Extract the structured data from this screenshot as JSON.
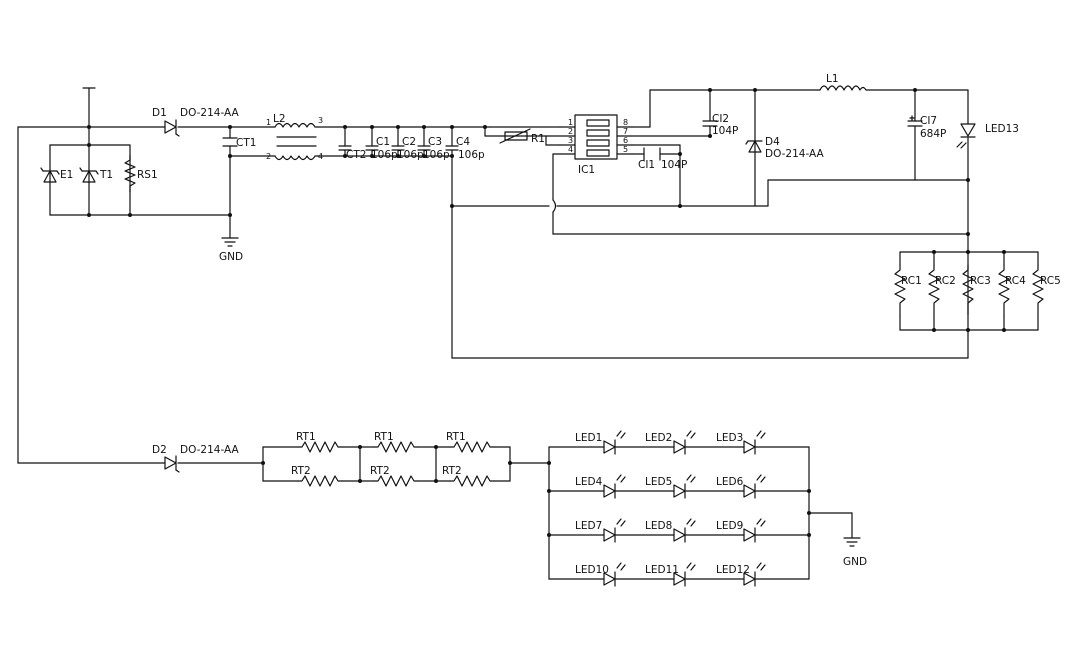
{
  "labels": {
    "d1": "D1",
    "d1_pkg": "DO-214-AA",
    "d2": "D2",
    "d2_pkg": "DO-214-AA",
    "d4": "D4",
    "d4_pkg": "DO-214-AA",
    "e1": "E1",
    "t1": "T1",
    "rs1": "RS1",
    "ct1": "CT1",
    "ct2": "CT2",
    "gnd_top": "GND",
    "gnd_bottom": "GND",
    "l2": "L2",
    "l2_p1": "1",
    "l2_p2": "2",
    "l2_p3": "3",
    "l2_p4": "4",
    "c1": "C1",
    "c1_val": "106p",
    "c2": "C2",
    "c2_val": "106p",
    "c3": "C3",
    "c3_val": "106p",
    "c4": "C4",
    "c4_val": "106p",
    "r1": "R1",
    "ic1": "IC1",
    "ic_p1": "1",
    "ic_p2": "2",
    "ic_p3": "3",
    "ic_p4": "4",
    "ic_p5": "5",
    "ic_p6": "6",
    "ic_p7": "7",
    "ic_p8": "8",
    "c11": "CI1",
    "c11_val": "104P",
    "c12": "CI2",
    "c12_val": "104P",
    "l1": "L1",
    "c17": "CI7",
    "c17_val": "684P",
    "led13": "LED13",
    "rc1": "RC1",
    "rc2": "RC2",
    "rc3": "RC3",
    "rc4": "RC4",
    "rc5": "RC5",
    "rt1_a": "RT1",
    "rt1_b": "RT1",
    "rt1_c": "RT1",
    "rt2_a": "RT2",
    "rt2_b": "RT2",
    "rt2_c": "RT2",
    "led1": "LED1",
    "led2": "LED2",
    "led3": "LED3",
    "led4": "LED4",
    "led5": "LED5",
    "led6": "LED6",
    "led7": "LED7",
    "led8": "LED8",
    "led9": "LED9",
    "led10": "LED10",
    "led11": "LED11",
    "led12": "LED12"
  }
}
